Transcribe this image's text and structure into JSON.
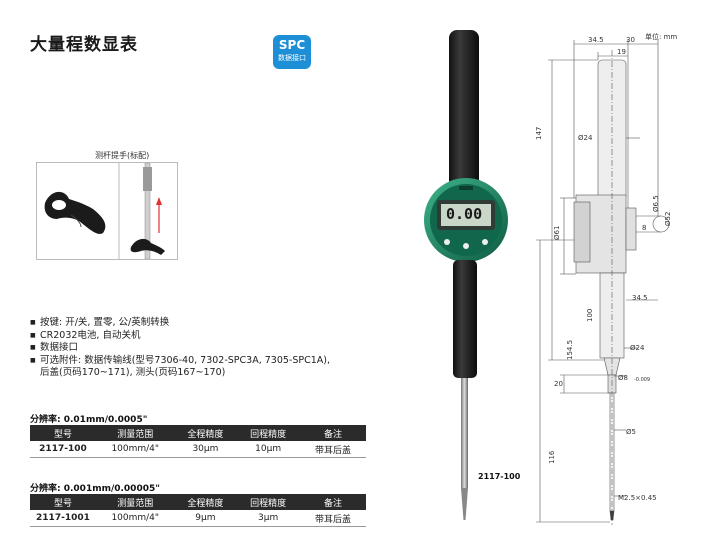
{
  "title": "大量程数显表",
  "spc_badge": {
    "line1": "SPC",
    "line2": "数据接口"
  },
  "lifter": {
    "caption": "测杆提手(标配)"
  },
  "features": [
    "按键: 开/关, 置零, 公/英制转换",
    "CR2032电池, 自动关机",
    "数据接口",
    "可选附件: 数据传输线(型号7306-40, 7302-SPC3A, 7305-SPC1A),"
  ],
  "features_cont": "后盖(页码170~171), 测头(页码167~170)",
  "tables": [
    {
      "resolution": "分辨率: 0.01mm/0.0005\"",
      "headers": [
        "型号",
        "测量范围",
        "全程精度",
        "回程精度",
        "备注"
      ],
      "row": [
        "2117-100",
        "100mm/4\"",
        "30μm",
        "10μm",
        "带耳后盖"
      ]
    },
    {
      "resolution": "分辨率: 0.001mm/0.00005\"",
      "headers": [
        "型号",
        "测量范围",
        "全程精度",
        "回程精度",
        "备注"
      ],
      "row": [
        "2117-1001",
        "100mm/4\"",
        "9μm",
        "3μm",
        "带耳后盖"
      ]
    }
  ],
  "indicator": {
    "display": "0.00",
    "label": "2117-100"
  },
  "drawing": {
    "unit": "单位: mm",
    "dims": {
      "d34_5_top": "34.5",
      "d30": "30",
      "d19": "19",
      "d147": "147",
      "phi24_top": "Ø24",
      "phi61": "Ø61",
      "phi6_5": "Ø6.5",
      "d8": "8",
      "phi52": "Ø52",
      "d34_5_mid": "34.5",
      "d100": "100",
      "d154_5": "154.5",
      "phi24_bot": "Ø24",
      "d20": "20",
      "phi8": "Ø8",
      "tol": "-0.009",
      "phi5": "Ø5",
      "d116": "116",
      "thread": "M2.5×0.45"
    }
  }
}
